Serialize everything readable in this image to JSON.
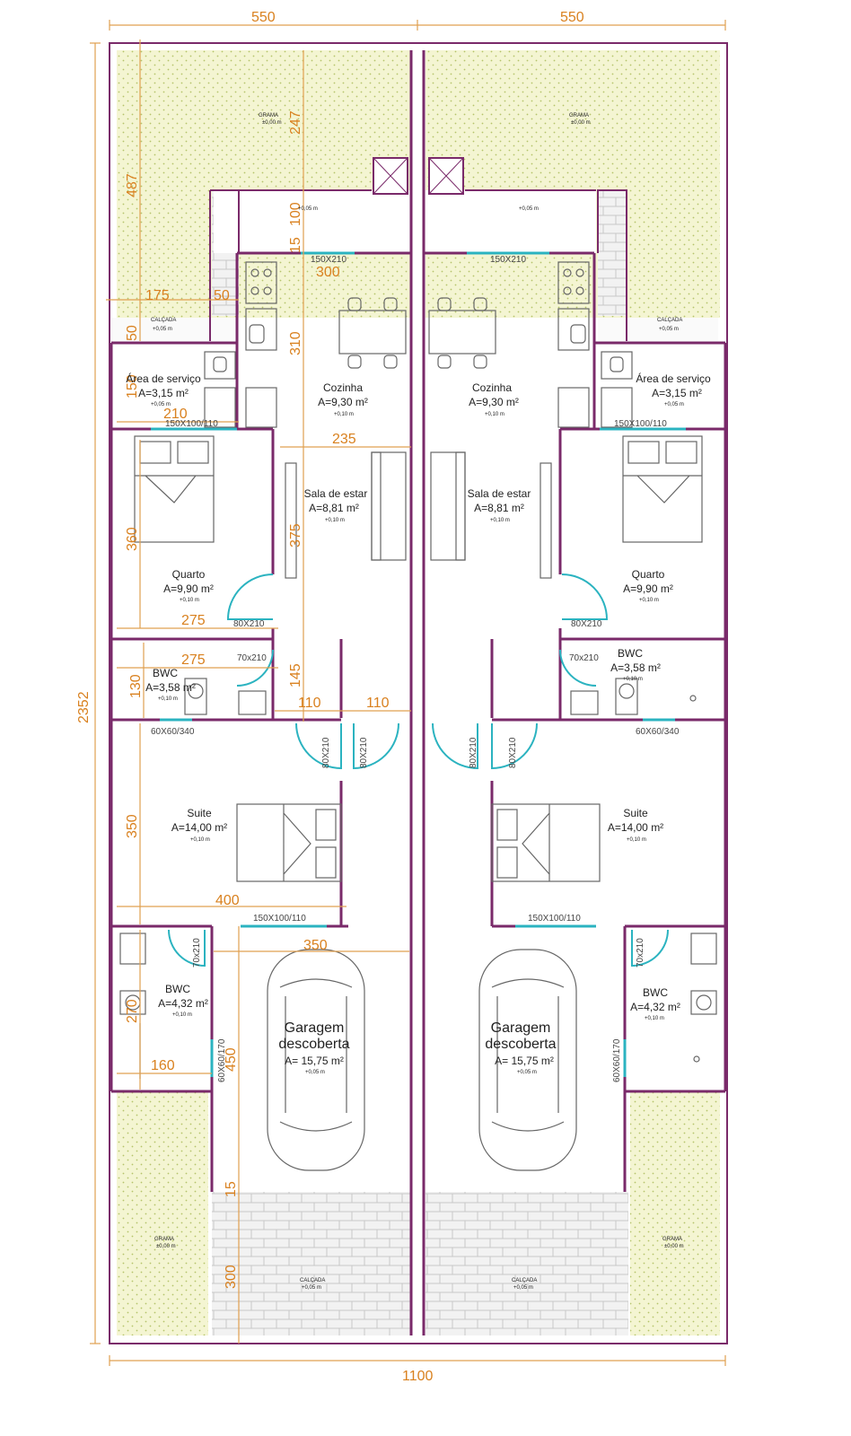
{
  "dimensions": {
    "top_left": "550",
    "top_right": "550",
    "bottom_total": "1100",
    "left_total": "2352",
    "d487": "487",
    "d247": "247",
    "d100": "100",
    "d15a": "15",
    "d300a": "300",
    "d175": "175",
    "d50a": "50",
    "d50b": "50",
    "d310": "310",
    "d150": "150",
    "d210": "210",
    "d235": "235",
    "d360": "360",
    "d375": "375",
    "d275a": "275",
    "d275b": "275",
    "d130": "130",
    "d145": "145",
    "d110a": "110",
    "d110b": "110",
    "d350a": "350",
    "d400": "400",
    "d350b": "350",
    "d270": "270",
    "d160": "160",
    "d450": "450",
    "d15b": "15",
    "d300b": "300"
  },
  "rooms": {
    "grama_tl": {
      "name": "GRAMA",
      "level": "±0,00 m"
    },
    "grama_tr": {
      "name": "GRAMA",
      "level": "±0,00 m"
    },
    "grama_bl": {
      "name": "GRAMA",
      "level": "±0,00 m"
    },
    "grama_br": {
      "name": "GRAMA",
      "level": "±0,00 m"
    },
    "calcada_l": {
      "name": "CALÇADA",
      "level": "+0,05 m"
    },
    "calcada_r": {
      "name": "CALÇADA",
      "level": "+0,05 m"
    },
    "calcada_bl": {
      "name": "CALÇADA",
      "level": "+0,05 m"
    },
    "calcada_br": {
      "name": "CALÇADA",
      "level": "+0,05 m"
    },
    "patio_l": {
      "level": "+0,05 m"
    },
    "patio_r": {
      "level": "+0,05 m"
    },
    "servico_l": {
      "name": "Área de serviço",
      "area": "A=3,15 m²",
      "level": "+0,05 m"
    },
    "servico_r": {
      "name": "Área de serviço",
      "area": "A=3,15 m²",
      "level": "+0,05 m"
    },
    "cozinha_l": {
      "name": "Cozinha",
      "area": "A=9,30 m²",
      "level": "+0,10 m"
    },
    "cozinha_r": {
      "name": "Cozinha",
      "area": "A=9,30 m²",
      "level": "+0,10 m"
    },
    "sala_l": {
      "name": "Sala de estar",
      "area": "A=8,81 m²",
      "level": "+0,10 m"
    },
    "sala_r": {
      "name": "Sala de estar",
      "area": "A=8,81 m²",
      "level": "+0,10 m"
    },
    "quarto_l": {
      "name": "Quarto",
      "area": "A=9,90 m²",
      "level": "+0,10 m"
    },
    "quarto_r": {
      "name": "Quarto",
      "area": "A=9,90 m²",
      "level": "+0,10 m"
    },
    "bwc1_l": {
      "name": "BWC",
      "area": "A=3,58 m²",
      "level": "+0,10 m"
    },
    "bwc1_r": {
      "name": "BWC",
      "area": "A=3,58 m²",
      "level": "+0,10 m"
    },
    "suite_l": {
      "name": "Suite",
      "area": "A=14,00 m²",
      "level": "+0,10 m"
    },
    "suite_r": {
      "name": "Suite",
      "area": "A=14,00 m²",
      "level": "+0,10 m"
    },
    "bwc2_l": {
      "name": "BWC",
      "area": "A=4,32 m²",
      "level": "+0,10 m"
    },
    "bwc2_r": {
      "name": "BWC",
      "area": "A=4,32 m²",
      "level": "+0,10 m"
    },
    "garagem_l": {
      "name1": "Garagem",
      "name2": "descoberta",
      "area": "A= 15,75 m²",
      "level": "+0,05 m"
    },
    "garagem_r": {
      "name1": "Garagem",
      "name2": "descoberta",
      "area": "A= 15,75 m²",
      "level": "+0,05 m"
    }
  },
  "openings": {
    "back_door_l": "150X210",
    "back_door_r": "150X210",
    "win_servico_l": "150X100/110",
    "win_servico_r": "150X100/110",
    "door_quarto_l": "80X210",
    "door_quarto_r": "80X210",
    "door_bwc_l": "70x210",
    "door_bwc_r": "70x210",
    "win_bwc_l": "60X60/340",
    "win_bwc_r": "60X60/340",
    "door_suite_l1": "80X210",
    "door_suite_l2": "80X210",
    "door_suite_r1": "80X210",
    "door_suite_r2": "80X210",
    "win_suite_l": "150X100/110",
    "win_suite_r": "150X100/110",
    "door_bwc2_l": "70x210",
    "door_bwc2_r": "70x210",
    "win_bwc2_l": "60X60/170",
    "win_bwc2_r": "60X60/170"
  },
  "colors": {
    "wall": "#7a2a6a",
    "dimension": "#d9811f",
    "glass": "#2bb3c0",
    "grass": "#f4f5d2",
    "grass_dot": "#b5c46a"
  }
}
